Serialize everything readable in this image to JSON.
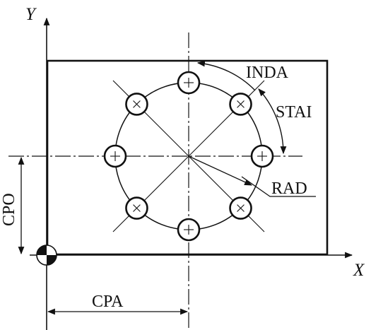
{
  "labels": {
    "y_axis": "Y",
    "x_axis": "X",
    "start_angle": "INDA",
    "increment_angle": "STAI",
    "radius": "RAD",
    "center_y": "CPO",
    "center_x": "CPA"
  },
  "pattern": {
    "hole_count": 8
  },
  "colors": {
    "ink": "#111111",
    "background": "#ffffff"
  }
}
